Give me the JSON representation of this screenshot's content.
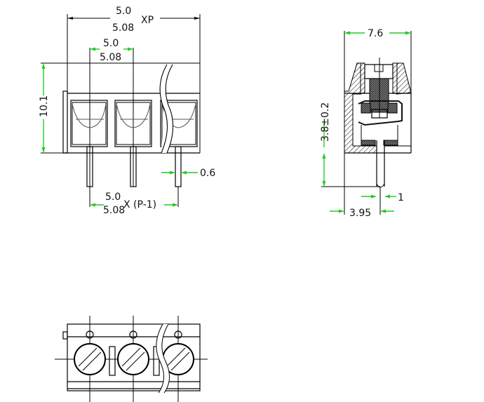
{
  "drawing": {
    "title": "Screw terminal block technical drawing",
    "colors": {
      "line": "#000000",
      "dimension_arrow": "#22cc22",
      "text": "#111111",
      "background": "#ffffff"
    },
    "front_view": {
      "overall_width_top": "5.0",
      "overall_width_bottom": "5.08",
      "overall_width_suffix": "XP",
      "pitch_top": "5.0",
      "pitch_bottom": "5.08",
      "height": "10.1",
      "pin_width": "0.6",
      "pin_span_top": "5.0",
      "pin_span_bottom": "5.08",
      "pin_span_suffix": "X (P-1)"
    },
    "side_view": {
      "width": "7.6",
      "pin_length": "3.8±0.2",
      "pin_thickness": "1",
      "pin_offset": "3.95"
    },
    "top_view": {
      "positions": 3
    }
  }
}
